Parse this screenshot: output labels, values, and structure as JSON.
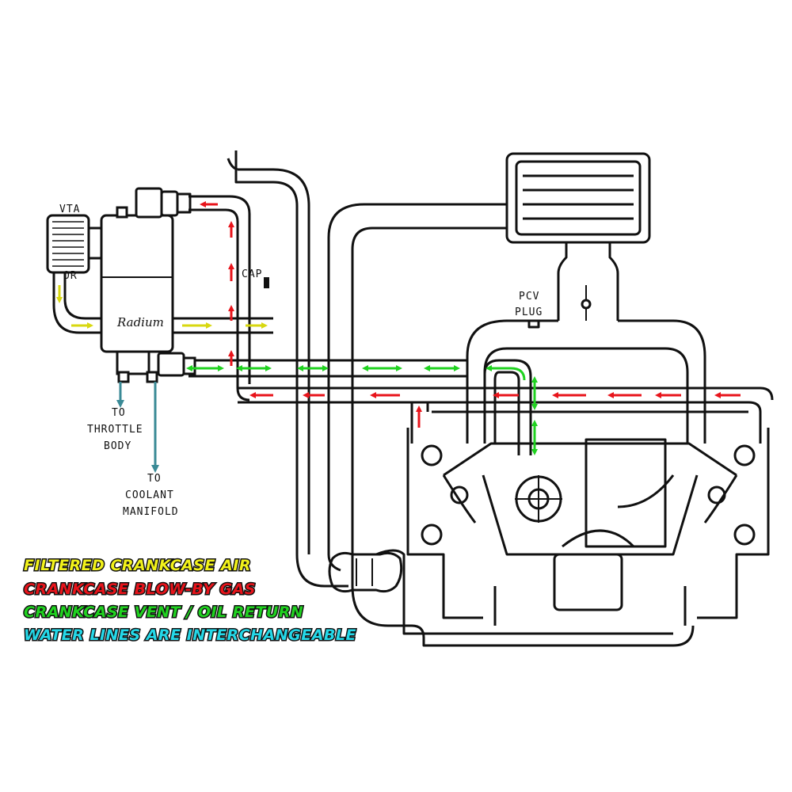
{
  "labels": {
    "vta": "VTA",
    "or": "OR",
    "cap": "CAP",
    "pcv_line1": "PCV",
    "pcv_line2": "PLUG",
    "throttle_line1": "TO",
    "throttle_line2": "THROTTLE",
    "throttle_line3": "BODY",
    "coolant_line1": "TO",
    "coolant_line2": "COOLANT",
    "coolant_line3": "MANIFOLD",
    "can_brand": "Radium"
  },
  "legend": [
    {
      "text": "FILTERED CRANKCASE AIR",
      "color": "#f2f21a"
    },
    {
      "text": "CRANKCASE BLOW-BY GAS",
      "color": "#e8141b"
    },
    {
      "text": "CRANKCASE VENT / OIL RETURN",
      "color": "#20d220"
    },
    {
      "text": "WATER LINES ARE INTERCHANGEABLE",
      "color": "#24d8e8"
    }
  ],
  "colors": {
    "line": "#111111",
    "air": "#f2f21a",
    "blowby": "#e8141b",
    "vent": "#20d220",
    "water": "#3a8a96",
    "can": "#ffffff"
  }
}
